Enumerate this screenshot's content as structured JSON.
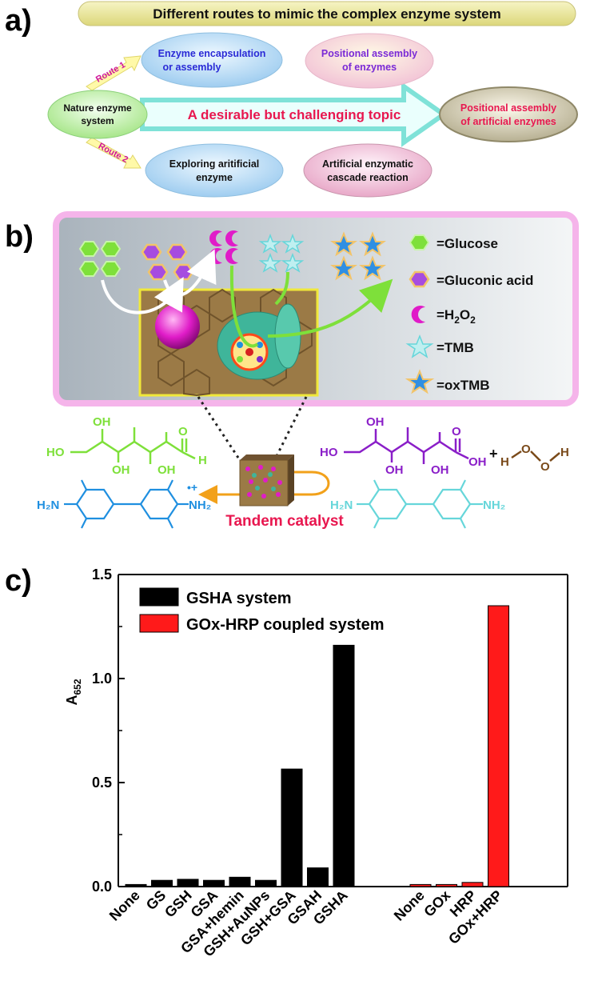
{
  "panel_a": {
    "label": "a)",
    "banner": "Different routes to mimic the complex enzyme system",
    "route1": "Route 1",
    "route2": "Route 2",
    "nature_line1": "Nature enzyme",
    "nature_line2": "system",
    "enc_line1": "Enzyme encapsulation",
    "enc_line2": "or assembly",
    "pos_line1": "Positional assembly",
    "pos_line2": "of enzymes",
    "arrow_text": "A desirable but challenging topic",
    "target_line1": "Positional assembly",
    "target_line2": "of artificial enzymes",
    "explore_line1": "Exploring aritificial",
    "explore_line2": "enzyme",
    "cascade_line1": "Artificial enzymatic",
    "cascade_line2": "cascade reaction",
    "colors": {
      "banner": "#ece99a",
      "arrow": "#8fe7df",
      "nature": "#b8ef9a",
      "blue_ellipse": "#bfe0f7",
      "pink_ellipse": "#f3c6dc",
      "target": "#d8d2ae",
      "text_red": "#e8174f",
      "text_blue": "#2a2ad6",
      "text_purple": "#7a2ad6"
    }
  },
  "panel_b": {
    "label": "b)",
    "legend": [
      {
        "icon": "glucose-hexagon",
        "label": "=Glucose"
      },
      {
        "icon": "gluconic-acid-hexagon",
        "label": "=Gluconic acid"
      },
      {
        "icon": "h2o2-crescent",
        "label": "=H",
        "sub": "2",
        "label2": "O",
        "sub2": "2"
      },
      {
        "icon": "tmb-star",
        "label": "=TMB"
      },
      {
        "icon": "oxtmb-star",
        "label": "=oxTMB"
      }
    ],
    "tandem_label": "Tandem catalyst",
    "glucose_labels": [
      "HO",
      "OH",
      "OH",
      "OH",
      "O",
      "H"
    ],
    "gluconic_labels": [
      "HO",
      "OH",
      "OH",
      "OH",
      "O",
      "OH"
    ],
    "plus": "+",
    "h2o2_labels": [
      "H",
      "O",
      "O",
      "H"
    ],
    "tmb_labels": [
      "H₂N",
      "NH₂"
    ],
    "oxtmb_labels": [
      "H₂N",
      "NH₂",
      "•+"
    ],
    "colors": {
      "glucose": "#7ee03a",
      "gluconic": "#8a1ec8",
      "peroxide": "#7a4a1a",
      "tmb": "#66d6da",
      "oxtmb": "#1f8fe0",
      "tandem": "#e8174f",
      "frame": "#f4a6e6"
    }
  },
  "panel_c": {
    "label": "c)",
    "ylabel": "A",
    "ylabel_sub": "652",
    "legend": [
      {
        "name": "GSHA system",
        "color": "#000000"
      },
      {
        "name": "GOx-HRP coupled system",
        "color": "#ff1a1a"
      }
    ]
  },
  "chart_data": {
    "type": "bar",
    "ylabel": "A652",
    "ylim": [
      0,
      1.5
    ],
    "yticks": [
      "0.0",
      "0.5",
      "1.0",
      "1.5"
    ],
    "legend_position": "top-left",
    "series": [
      {
        "name": "GSHA system",
        "color": "#000000",
        "categories": [
          "None",
          "GS",
          "GSH",
          "GSA",
          "GSA+hemin",
          "GSH+AuNPs",
          "GSH+GSA",
          "GSAH",
          "GSHA"
        ],
        "values": [
          0.01,
          0.03,
          0.035,
          0.03,
          0.045,
          0.03,
          0.565,
          0.09,
          1.16
        ]
      },
      {
        "name": "GOx-HRP coupled system",
        "color": "#ff1a1a",
        "categories": [
          "None",
          "GOx",
          "HRP",
          "GOx+HRP"
        ],
        "values": [
          0.01,
          0.01,
          0.02,
          1.35
        ]
      }
    ]
  }
}
